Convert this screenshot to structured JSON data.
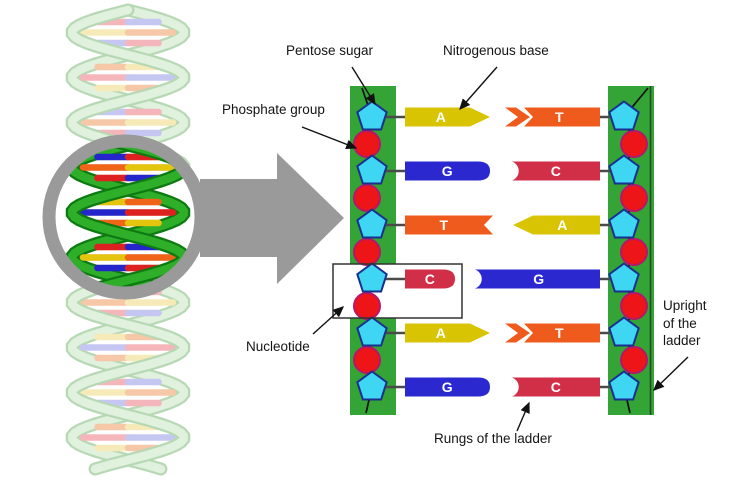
{
  "diagram": {
    "labels": {
      "pentose_sugar": "Pentose sugar",
      "nitrogenous_base": "Nitrogenous base",
      "phosphate_group": "Phosphate group",
      "nucleotide": "Nucleotide",
      "upright_lines": [
        "Upright",
        "of the",
        "ladder"
      ],
      "rungs": "Rungs of the ladder"
    },
    "base_pairs": [
      {
        "left": "A",
        "right": "T"
      },
      {
        "left": "G",
        "right": "C"
      },
      {
        "left": "T",
        "right": "A"
      },
      {
        "left": "C",
        "right": "G"
      },
      {
        "left": "A",
        "right": "T"
      },
      {
        "left": "G",
        "right": "C"
      }
    ],
    "colors": {
      "base_a": "#d9c404",
      "base_t": "#ef5b1c",
      "base_g": "#2b28d0",
      "base_c": "#d12f48",
      "rail": "#33a435",
      "rail_edge": "#234d23",
      "sugar": "#3ed6f3",
      "sugar_outline": "#1b2f8f",
      "phosphate": "#ee1518",
      "phosphate_outline": "#b5176b",
      "zoom_gray": "#9a9a9a",
      "annotation": "#111111"
    }
  }
}
